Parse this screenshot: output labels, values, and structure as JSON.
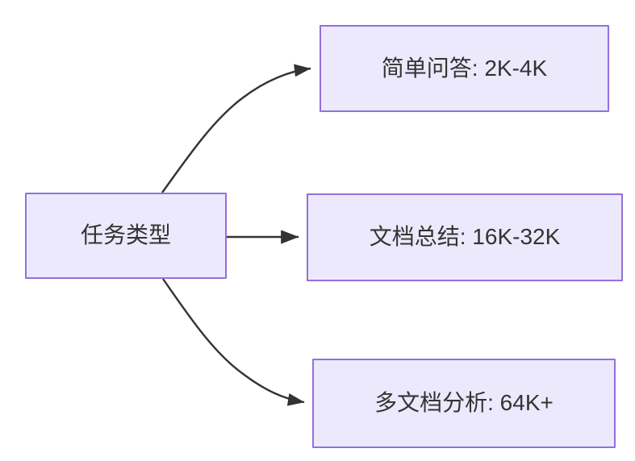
{
  "diagram": {
    "type": "flowchart",
    "direction": "left-to-right",
    "background_color": "#ffffff",
    "node_fill_color": "#ece9fc",
    "node_border_color": "#9370db",
    "node_text_color": "#333333",
    "edge_color": "#333333",
    "source_node": {
      "id": "task-type",
      "label": "任务类型"
    },
    "target_nodes": [
      {
        "id": "simple-qa",
        "label": "简单问答: 2K-4K"
      },
      {
        "id": "doc-summary",
        "label": "文档总结: 16K-32K"
      },
      {
        "id": "multi-doc",
        "label": "多文档分析: 64K+"
      }
    ],
    "edges": [
      {
        "id": "edge-task-type-to-simple-qa",
        "from": "task-type",
        "to": "simple-qa",
        "style": "curved",
        "arrowhead": "filled-triangle",
        "label": ""
      },
      {
        "id": "edge-task-type-to-doc-summary",
        "from": "task-type",
        "to": "doc-summary",
        "style": "straight",
        "arrowhead": "filled-triangle",
        "label": ""
      },
      {
        "id": "edge-task-type-to-multi-doc",
        "from": "task-type",
        "to": "multi-doc",
        "style": "curved",
        "arrowhead": "filled-triangle",
        "label": ""
      }
    ]
  }
}
